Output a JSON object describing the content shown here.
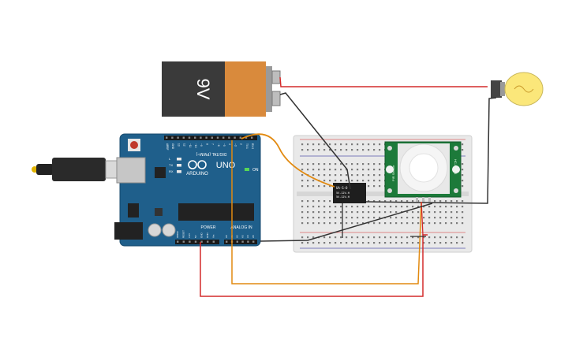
{
  "battery": {
    "label": "9V"
  },
  "arduino": {
    "brand": "ARDUINO",
    "model": "UNO",
    "digital_header": "DIGITAL (PWM~)",
    "power_header": "POWER",
    "analog_header": "ANALOG IN",
    "on_label": "ON",
    "led_labels": [
      "L",
      "TX",
      "RX"
    ],
    "pin_labels_top": [
      "AREF",
      "GND",
      "13",
      "12",
      "~11",
      "~10",
      "~9",
      "8",
      "7",
      "~6",
      "~5",
      "4",
      "~3",
      "2",
      "TX 1",
      "RX 0"
    ],
    "pin_labels_power": [
      "IOREF",
      "RESET",
      "3.3V",
      "5V",
      "GND",
      "GND",
      "Vin"
    ],
    "pin_labels_analog": [
      "A0",
      "A1",
      "A2",
      "A3",
      "A4",
      "A5"
    ]
  },
  "relay": {
    "lines": [
      "UA-S-O",
      "5V-12V-H",
      "5V-12V-H"
    ]
  },
  "pir": {
    "labels": [
      "PIR Sensor",
      "HC-SR501"
    ]
  },
  "colors": {
    "wire_red": "#d42a2a",
    "wire_black": "#333333",
    "wire_orange": "#e28a10",
    "board_blue": "#1f5f8b",
    "pir_green": "#1d7a3a",
    "battery_orange": "#d98a3c",
    "bulb_yellow": "#fbe77a"
  }
}
